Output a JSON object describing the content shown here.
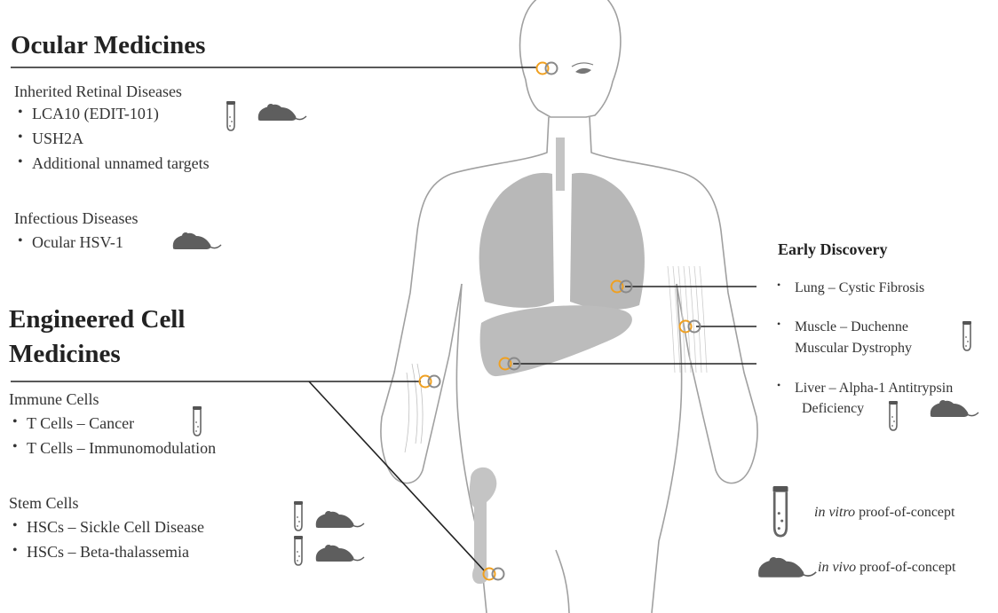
{
  "ocular": {
    "heading": "Ocular Medicines",
    "inherited_heading": "Inherited Retinal Diseases",
    "inherited_items": [
      "LCA10 (EDIT-101)",
      "USH2A",
      "Additional unnamed targets"
    ],
    "infectious_heading": "Infectious Diseases",
    "infectious_items": [
      "Ocular HSV-1"
    ]
  },
  "engineered": {
    "heading_line1": "Engineered Cell",
    "heading_line2": "Medicines",
    "immune_heading": "Immune Cells",
    "immune_items": [
      "T Cells – Cancer",
      "T Cells – Immunomodulation"
    ],
    "stem_heading": "Stem Cells",
    "stem_items": [
      "HSCs – Sickle Cell Disease",
      "HSCs – Beta-thalassemia"
    ]
  },
  "early_discovery": {
    "heading": "Early Discovery",
    "items": [
      "Lung – Cystic Fibrosis",
      "Muscle – Duchenne",
      "Muscular Dystrophy",
      "Liver – Alpha-1 Antitrypsin",
      "Deficiency"
    ]
  },
  "legend": {
    "in_vitro_italic": "in vitro",
    "in_vitro_rest": " proof-of-concept",
    "in_vivo_italic": "in vivo",
    "in_vivo_rest": " proof-of-concept"
  },
  "colors": {
    "organ": "#b8b8b8",
    "outline": "#9a9a9a",
    "line": "#222222",
    "ring_orange": "#f0a020",
    "ring_gray": "#8a8a8a",
    "icon_dark": "#555555"
  },
  "icons": [
    "test-tube-icon",
    "mouse-icon",
    "gene-editing-rings-icon"
  ]
}
